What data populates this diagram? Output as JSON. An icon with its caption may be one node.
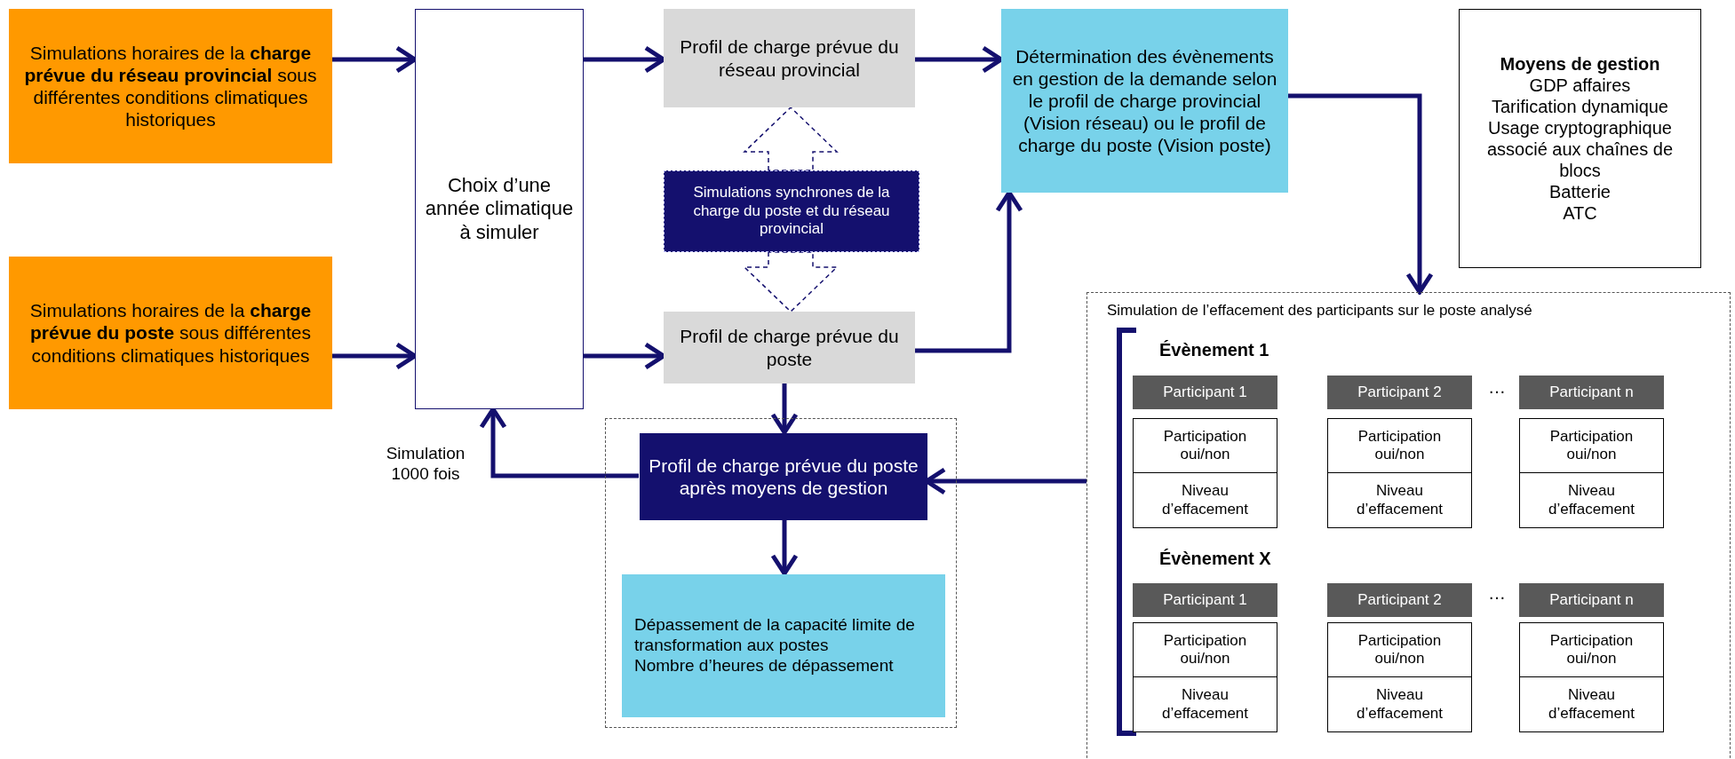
{
  "diagram": {
    "nodes": [
      {
        "text": [
          "Simulations horaires de la **charge prévue du réseau provincial** sous différentes conditions climatiques historiques"
        ]
      },
      {
        "text": [
          "Simulations horaires de la **charge prévue du poste** sous différentes conditions climatiques historiques"
        ]
      },
      {
        "text": [
          "Choix d’une année climatique à simuler"
        ]
      },
      {
        "text": [
          "Profil de charge prévue du réseau provincial"
        ]
      },
      {
        "text": [
          "Simulations synchrones de la charge du poste et du réseau provincial"
        ]
      },
      {
        "text": [
          "Profil de charge prévue du poste"
        ]
      },
      {
        "text": [
          "Détermination des évènements en gestion de la demande selon le profil de charge provincial (Vision réseau) ou le profil de charge du poste (Vision poste)"
        ]
      },
      {
        "text": [
          "Moyens de gestion",
          "GDP affaires",
          "Tarification dynamique",
          "Usage cryptographique associé aux chaînes de blocs",
          "Batterie",
          "ATC"
        ]
      },
      {
        "text": [],
        "shape": "box"
      },
      {
        "text": [
          "Profil de charge prévue du poste après moyens de gestion"
        ],
        "in": 8
      },
      {
        "text": [
          "Dépassement de la capacité limite de transformation aux postes",
          "Nombre d’heures de dépassement"
        ],
        "in": 8
      },
      {
        "text": [
          "Simulation de l’effacement des participants sur le poste analysé"
        ]
      },
      {
        "text": [
          "Participant 1"
        ],
        "in": 11
      },
      {
        "text": [
          "Participation oui/non",
          "Niveau d’effacement"
        ],
        "in": 11
      },
      {
        "text": [
          "Participant 2"
        ],
        "in": 11
      },
      {
        "text": [
          "Participation oui/non",
          "Niveau d’effacement"
        ],
        "in": 11
      },
      {
        "text": [
          "Participant n"
        ],
        "in": 11
      },
      {
        "text": [
          "Participation oui/non",
          "Niveau d’effacement"
        ],
        "in": 11
      },
      {
        "text": [
          "Participant 1"
        ],
        "in": 11
      },
      {
        "text": [
          "Participation oui/non",
          "Niveau d’effacement"
        ],
        "in": 11
      },
      {
        "text": [
          "Participant 2"
        ],
        "in": 11
      },
      {
        "text": [
          "Participation oui/non",
          "Niveau d’effacement"
        ],
        "in": 11
      },
      {
        "text": [
          "Participant n"
        ],
        "in": 11
      },
      {
        "text": [
          "Participation oui/non",
          "Niveau d’effacement"
        ],
        "in": 11
      }
    ],
    "edges": [
      {
        "from": 0,
        "to": 2,
        "arrow": "to"
      },
      {
        "from": 1,
        "to": 2,
        "arrow": "to"
      },
      {
        "from": 2,
        "to": 3,
        "arrow": "to"
      },
      {
        "from": 2,
        "to": 5,
        "arrow": "to"
      },
      {
        "from": 4,
        "to": 3,
        "arrow": "to",
        "style": "dashed"
      },
      {
        "from": 4,
        "to": 5,
        "arrow": "to",
        "style": "dashed"
      },
      {
        "from": 3,
        "to": 6,
        "arrow": "to"
      },
      {
        "from": 5,
        "to": 6,
        "arrow": "to"
      },
      {
        "from": 6,
        "to": 11,
        "arrow": "to"
      },
      {
        "from": 5,
        "to": 9,
        "arrow": "to"
      },
      {
        "from": 11,
        "to": 9,
        "arrow": "to"
      },
      {
        "from": 9,
        "to": 2,
        "arrow": "to",
        "label": "Simulation 1000 fois"
      },
      {
        "from": 9,
        "to": 10,
        "arrow": "to"
      }
    ],
    "labels": [
      "Évènement 1",
      "…",
      "Évènement X",
      "…"
    ]
  }
}
